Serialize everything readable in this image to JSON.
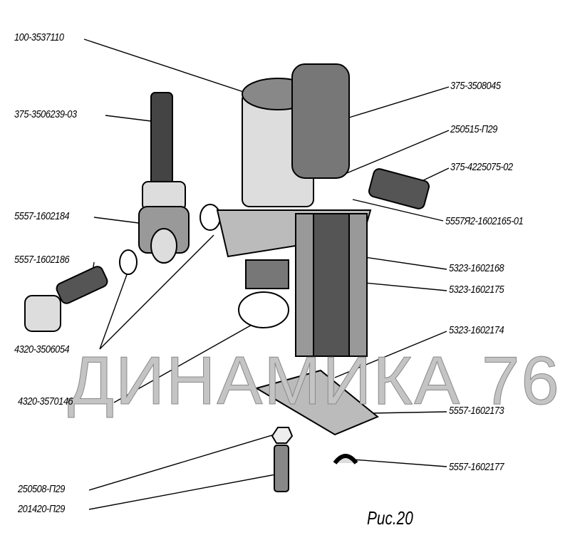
{
  "labels_left": [
    "100-3537110",
    "375-3506239-03",
    "5557-1602184",
    "5557-1602186",
    "4320-3506054",
    "4320-3570146",
    "250508-П29",
    "201420-П29"
  ],
  "labels_right": [
    "375-3508045",
    "250515-П29",
    "375-4225075-02",
    "5557Я2-1602165-01",
    "5323-1602168",
    "5323-1602175",
    "5323-1602174",
    "5557-1602173",
    "5557-1602177"
  ],
  "watermark": "ДИНАМИКА 76",
  "caption": "Рис.20"
}
